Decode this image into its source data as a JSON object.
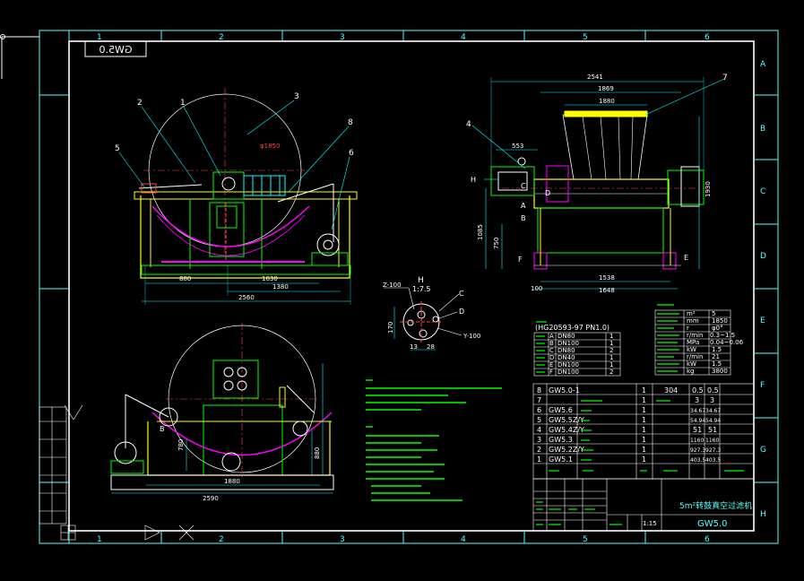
{
  "drawing": {
    "stamp": "GW5.0",
    "title": "5m²转鼓真空过滤机",
    "code": "GW5.0",
    "scale": "1:15"
  },
  "grid": {
    "columns": [
      "1",
      "2",
      "3",
      "4",
      "5",
      "6"
    ],
    "rows": [
      "A",
      "B",
      "C",
      "D",
      "E",
      "F",
      "G",
      "H"
    ]
  },
  "front_view": {
    "dims": [
      "φ1850",
      "880",
      "1030",
      "1380",
      "2560"
    ],
    "balloons": [
      "2",
      "1",
      "3",
      "8",
      "5",
      "6"
    ]
  },
  "side_view": {
    "dims": [
      "2541",
      "1869",
      "1880",
      "553",
      "750",
      "1085",
      "1930",
      "1538",
      "1648",
      "100"
    ],
    "ports": [
      "A",
      "B",
      "C",
      "D",
      "E",
      "F",
      "H"
    ],
    "balloons": [
      "4",
      "7"
    ]
  },
  "detail": {
    "label": "H",
    "scale": "1:7.5",
    "tags": [
      "Z-100",
      "Y-100"
    ],
    "dims": [
      "170",
      "13",
      "28"
    ],
    "letters": [
      "C",
      "D"
    ]
  },
  "bottom_view": {
    "dims": [
      "1880",
      "2590",
      "880",
      "780"
    ],
    "letters": [
      "B"
    ]
  },
  "nozzle_table": {
    "title": "(HG20593-97 PN1.0)",
    "rows": [
      {
        "mark": "A",
        "dn": "DN80",
        "qty": "1"
      },
      {
        "mark": "B",
        "dn": "DN100",
        "qty": "1"
      },
      {
        "mark": "C",
        "dn": "DN80",
        "qty": "2"
      },
      {
        "mark": "D",
        "dn": "DN40",
        "qty": "1"
      },
      {
        "mark": "E",
        "dn": "DN100",
        "qty": "1"
      },
      {
        "mark": "F",
        "dn": "DN100",
        "qty": "2"
      }
    ]
  },
  "spec_table": {
    "rows": [
      {
        "unit": "m²",
        "val": "5"
      },
      {
        "unit": "mm",
        "val": "1850"
      },
      {
        "unit": "r",
        "val": "φ0°"
      },
      {
        "unit": "r/min",
        "val": "0.3~1.5"
      },
      {
        "unit": "MPa",
        "val": "0.04~0.06"
      },
      {
        "unit": "kW",
        "val": "1.5"
      },
      {
        "unit": "r/min",
        "val": "21"
      },
      {
        "unit": "kW",
        "val": "1.5"
      },
      {
        "unit": "kg",
        "val": "3800"
      }
    ]
  },
  "parts_list": {
    "rows": [
      {
        "no": "8",
        "code": "GW5.0-1",
        "qty": "1",
        "mat": "304",
        "w1": "0.5",
        "w2": "0.5"
      },
      {
        "no": "7",
        "code": "",
        "qty": "1",
        "mat": "",
        "w1": "3",
        "w2": "3"
      },
      {
        "no": "6",
        "code": "GW5.6",
        "qty": "1",
        "mat": "",
        "w1": "34.67",
        "w2": "34.67"
      },
      {
        "no": "5",
        "code": "GW5.5Z/Y",
        "qty": "1",
        "mat": "",
        "w1": "54.94",
        "w2": "54.94"
      },
      {
        "no": "4",
        "code": "GW5.4Z/Y",
        "qty": "1",
        "mat": "",
        "w1": "51",
        "w2": "51"
      },
      {
        "no": "3",
        "code": "GW5.3",
        "qty": "1",
        "mat": "",
        "w1": "1160",
        "w2": "1160"
      },
      {
        "no": "2",
        "code": "GW5.2Z/Y",
        "qty": "1",
        "mat": "",
        "w1": "927.3",
        "w2": "927.3"
      },
      {
        "no": "1",
        "code": "GW5.1",
        "qty": "1",
        "mat": "",
        "w1": "403.5",
        "w2": "403.5"
      }
    ]
  }
}
